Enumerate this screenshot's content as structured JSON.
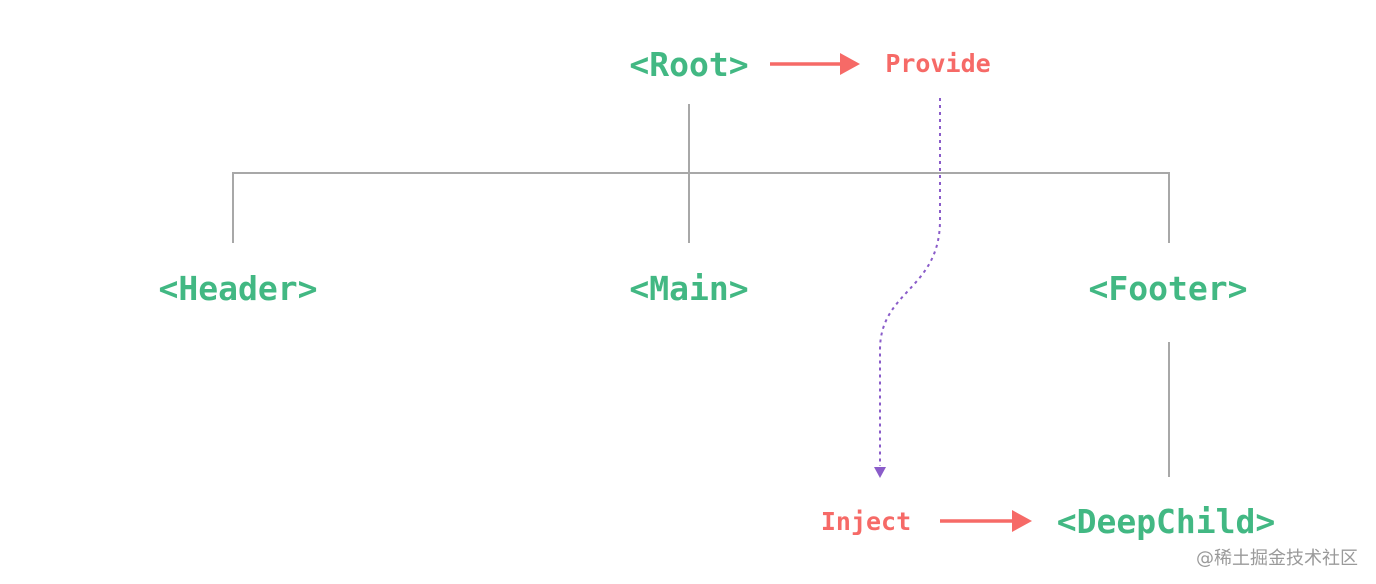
{
  "nodes": {
    "root": "<Root>",
    "header": "<Header>",
    "main": "<Main>",
    "footer": "<Footer>",
    "deep_child": "<DeepChild>"
  },
  "actions": {
    "provide": "Provide",
    "inject": "Inject"
  },
  "watermark": "@稀土掘金技术社区",
  "colors": {
    "component": "#42b883",
    "action": "#f66a67",
    "tree_line": "#a8a8a8",
    "inject_path": "#8a5cc9"
  }
}
